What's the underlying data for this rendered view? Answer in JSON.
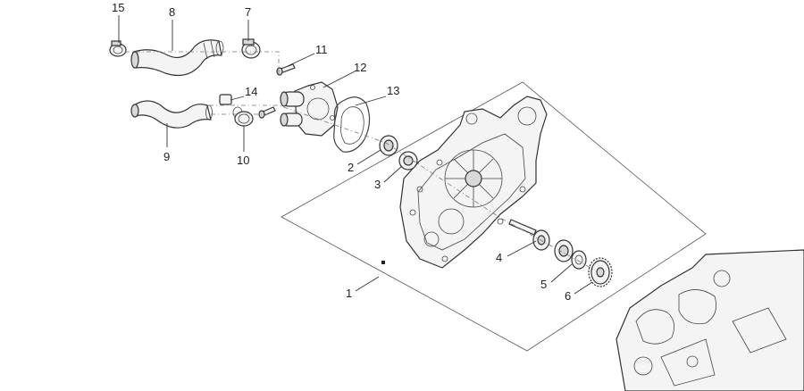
{
  "diagram": {
    "callouts": [
      "15",
      "8",
      "7",
      "11",
      "12",
      "13",
      "14",
      "9",
      "10",
      "2",
      "3",
      "4",
      "5",
      "6",
      "1"
    ]
  },
  "colors": {
    "line": "#333333",
    "fill": "#f4f4f4",
    "background": "#ffffff"
  }
}
